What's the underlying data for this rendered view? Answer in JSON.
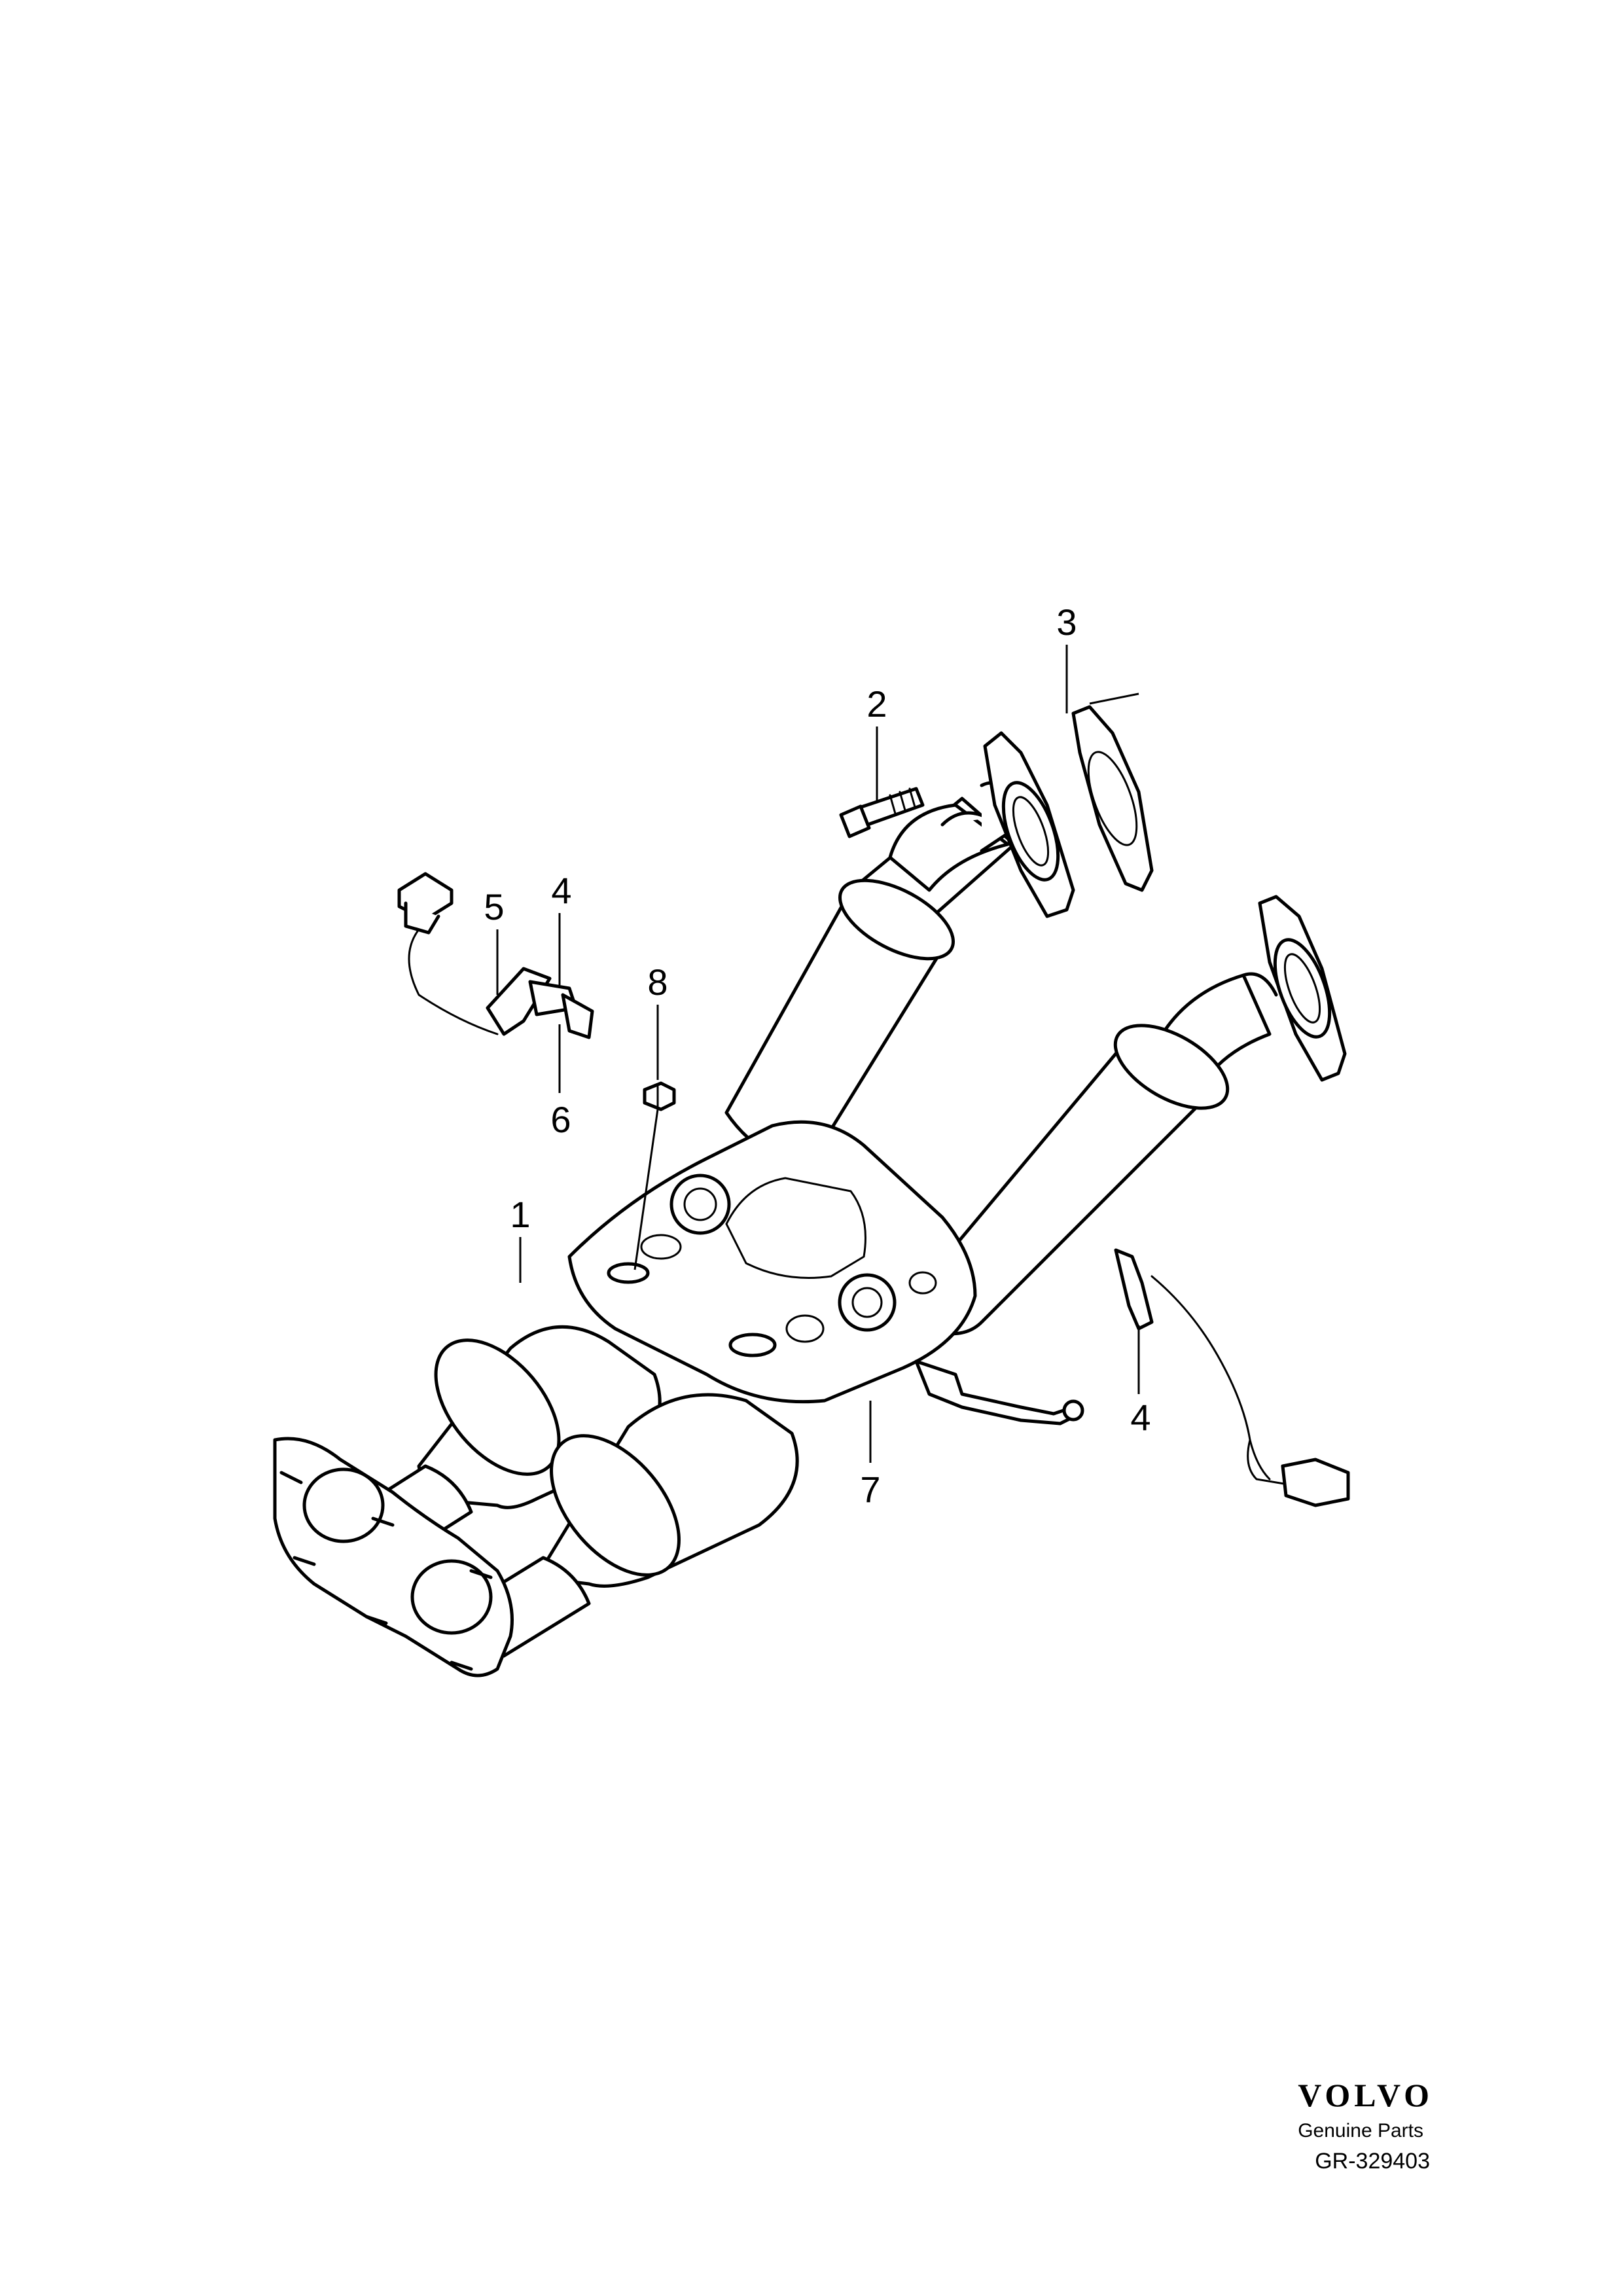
{
  "callouts": {
    "c1": "1",
    "c2": "2",
    "c3": "3",
    "c4a": "4",
    "c4b": "4",
    "c5": "5",
    "c6": "6",
    "c7": "7",
    "c8": "8"
  },
  "brand": {
    "logo": "VOLVO",
    "subtitle": "Genuine Parts",
    "reference": "GR-329403"
  }
}
